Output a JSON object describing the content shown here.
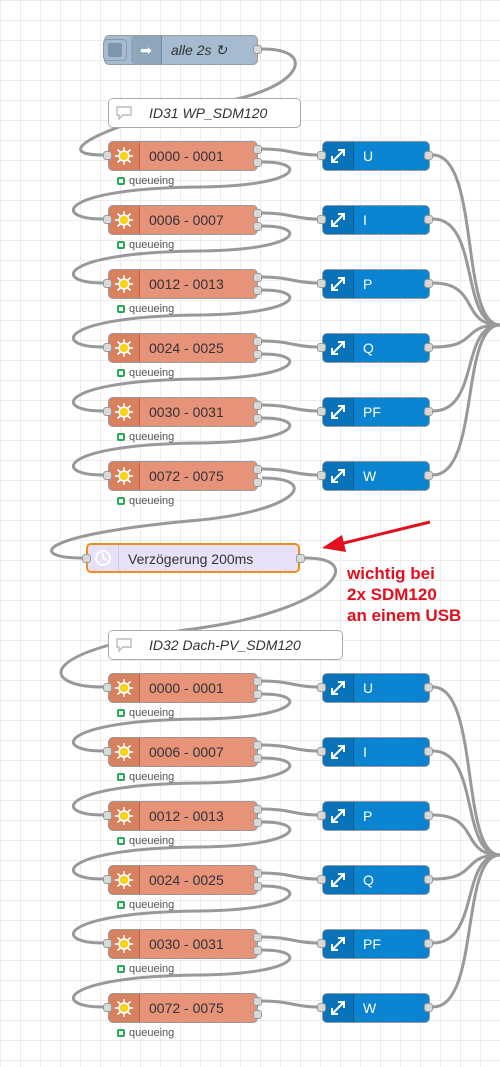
{
  "inject": {
    "label": "alle 2s ↻"
  },
  "flows": [
    {
      "comment": "ID31 WP_SDM120",
      "rows": [
        {
          "modbus": "0000 - 0001",
          "status": "queueing",
          "debug": "U"
        },
        {
          "modbus": "0006 - 0007",
          "status": "queueing",
          "debug": "I"
        },
        {
          "modbus": "0012 - 0013",
          "status": "queueing",
          "debug": "P"
        },
        {
          "modbus": "0024 - 0025",
          "status": "queueing",
          "debug": "Q"
        },
        {
          "modbus": "0030 - 0031",
          "status": "queueing",
          "debug": "PF"
        },
        {
          "modbus": "0072 - 0075",
          "status": "queueing",
          "debug": "W"
        }
      ]
    },
    {
      "comment": "ID32 Dach-PV_SDM120",
      "rows": [
        {
          "modbus": "0000 - 0001",
          "status": "queueing",
          "debug": "U"
        },
        {
          "modbus": "0006 - 0007",
          "status": "queueing",
          "debug": "I"
        },
        {
          "modbus": "0012 - 0013",
          "status": "queueing",
          "debug": "P"
        },
        {
          "modbus": "0024 - 0025",
          "status": "queueing",
          "debug": "Q"
        },
        {
          "modbus": "0030 - 0031",
          "status": "queueing",
          "debug": "PF"
        },
        {
          "modbus": "0072 - 0075",
          "status": "queueing",
          "debug": "W"
        }
      ]
    }
  ],
  "delay": {
    "label": "Verzögerung 200ms"
  },
  "annotation": {
    "text": "wichtig bei\n2x SDM120\nan einem USB"
  },
  "colors": {
    "modbus": "#e7937a",
    "debug": "#0a84d0",
    "delay": "#e6e0f8",
    "annotation": "#e0101e",
    "status": "#2ba85a"
  }
}
